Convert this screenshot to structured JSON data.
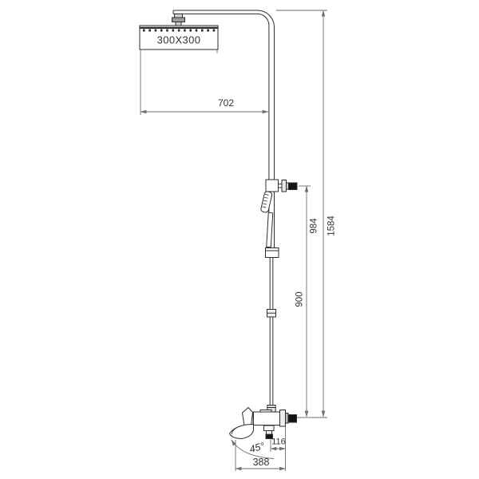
{
  "diagram": {
    "labels": {
      "head_size": "300X300",
      "arm_reach": "702",
      "hand_shower_height": "984",
      "total_height": "1584",
      "riser_height": "900",
      "spout_angle": "45°",
      "spout_offset": "116",
      "spout_reach": "388"
    },
    "colors": {
      "background": "#ffffff",
      "outline": "#2e2e2e",
      "dimension_line": "#6e6e6e",
      "dark_fill": "#141414"
    }
  }
}
